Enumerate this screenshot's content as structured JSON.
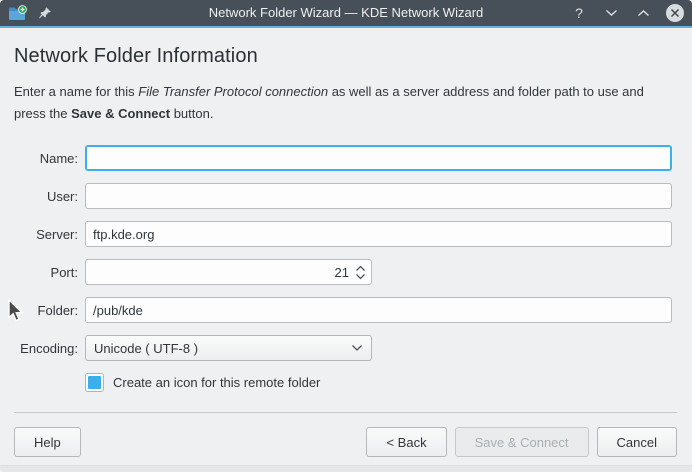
{
  "window": {
    "title": "Network Folder Wizard — KDE Network Wizard",
    "help_glyph": "?",
    "colors": {
      "accent": "#3daee9",
      "titlebar": "#474f58",
      "titlebar_underline": "#61b3e6",
      "background": "#eff0f1"
    }
  },
  "page": {
    "heading": "Network Folder Information",
    "description": {
      "part1": "Enter a name for this ",
      "italic": "File Transfer Protocol connection",
      "part2": " as well as a server address and folder path to use and press the ",
      "bold": "Save & Connect",
      "part3": " button."
    }
  },
  "form": {
    "name": {
      "label": "Name:",
      "value": ""
    },
    "user": {
      "label": "User:",
      "value": ""
    },
    "server": {
      "label": "Server:",
      "value": "ftp.kde.org"
    },
    "port": {
      "label": "Port:",
      "value": "21"
    },
    "folder": {
      "label": "Folder:",
      "value": "/pub/kde"
    },
    "encoding": {
      "label": "Encoding:",
      "value": "Unicode ( UTF-8 )"
    },
    "checkbox": {
      "label": "Create an icon for this remote folder",
      "checked": true
    }
  },
  "buttons": {
    "help": "Help",
    "back": "< Back",
    "save": "Save & Connect",
    "cancel": "Cancel"
  }
}
